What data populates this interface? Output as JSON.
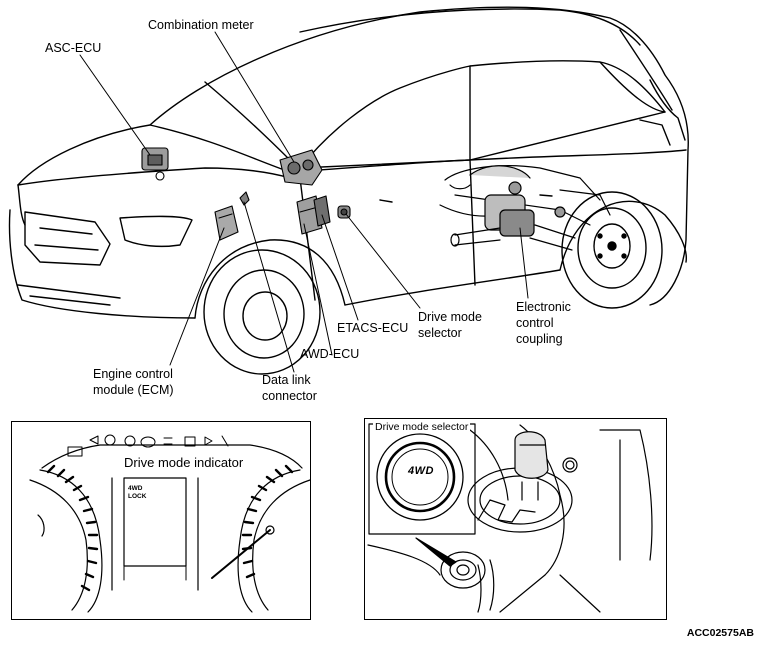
{
  "labels": {
    "combination_meter": "Combination meter",
    "asc_ecu": "ASC-ECU",
    "ecm_line1": "Engine control",
    "ecm_line2": "module (ECM)",
    "data_link_line1": "Data link",
    "data_link_line2": "connector",
    "awd_ecu": "AWD-ECU",
    "etacs_ecu": "ETACS-ECU",
    "drive_mode_selector_line1": "Drive mode",
    "drive_mode_selector_line2": "selector",
    "ecc_line1": "Electronic",
    "ecc_line2": "control",
    "ecc_line3": "coupling"
  },
  "meter_inset": {
    "indicator_label": "Drive mode indicator",
    "lcd_line1": "4WD",
    "lcd_line2": "LOCK"
  },
  "selector_inset": {
    "title": "Drive mode selector",
    "badge_text": "4WD"
  },
  "figure_code": "ACC02575AB"
}
